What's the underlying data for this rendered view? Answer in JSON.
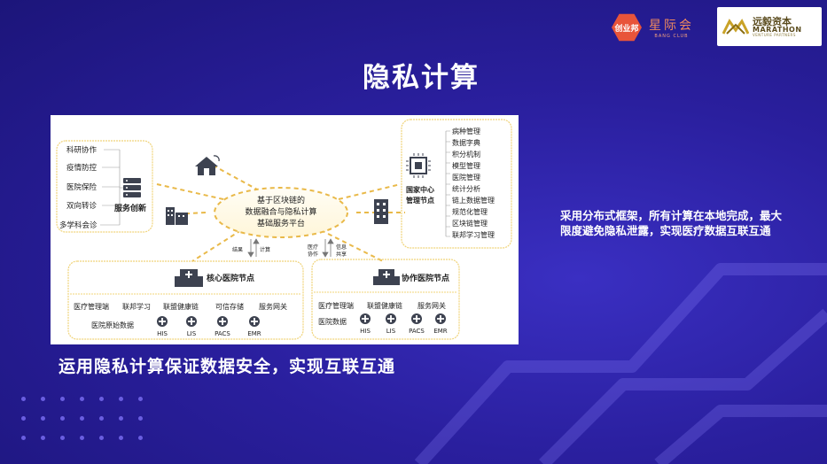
{
  "logos": {
    "chuangyebang": {
      "badge": "创业邦",
      "name": "星际会",
      "sub": "BANG CLUB"
    },
    "marathon": {
      "cn": "远毅资本",
      "en": "MARATHON",
      "sub": "VENTURE PARTNERS"
    }
  },
  "page_title": "隐私计算",
  "caption": "运用隐私计算保证数据安全，实现互联互通",
  "side_text": "采用分布式框架，所有计算在本地完成，最大限度避免隐私泄露，实现医疗数据互联互通",
  "diagram": {
    "center": {
      "line1": "基于区块链的",
      "line2": "数据融合与隐私计算",
      "line3": "基础服务平台"
    },
    "service_innovation": {
      "label": "服务创新",
      "items": [
        "科研协作",
        "疫情防控",
        "医院保险",
        "双向转诊",
        "多学科会诊"
      ]
    },
    "national_center": {
      "label_line1": "国家中心",
      "label_line2": "管理节点",
      "items": [
        "病种管理",
        "数据字典",
        "积分机制",
        "模型管理",
        "医院管理",
        "统计分析",
        "链上数据管理",
        "规范化管理",
        "区块链管理",
        "联邦学习管理"
      ]
    },
    "core_hospital": {
      "label": "核心医院节点",
      "services": [
        "医疗管理端",
        "联邦学习",
        "联盟健康链",
        "可信存储",
        "服务网关"
      ],
      "data_label": "医院原始数据",
      "systems": [
        "HIS",
        "LIS",
        "PACS",
        "EMR"
      ]
    },
    "collab_hospital": {
      "label": "协作医院节点",
      "services": [
        "医疗管理端",
        "联盟健康链",
        "服务网关"
      ],
      "data_label": "医院数据",
      "systems": [
        "HIS",
        "LIS",
        "PACS",
        "EMR"
      ]
    },
    "arrows": {
      "left_down": "结果",
      "left_up": "计算",
      "right_down_line1": "医疗",
      "right_down_line2": "协作",
      "right_up_line1": "信息",
      "right_up_line2": "共享"
    }
  }
}
